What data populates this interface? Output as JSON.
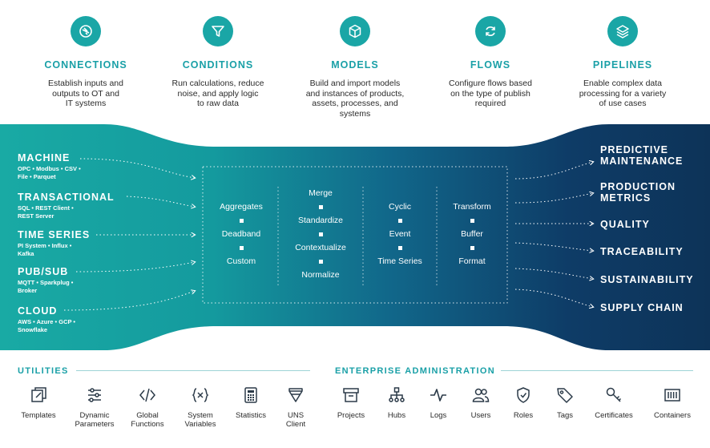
{
  "features": [
    {
      "icon": "plug-icon",
      "title": "CONNECTIONS",
      "lines": [
        "Establish inputs and",
        "outputs to OT and",
        "IT systems"
      ]
    },
    {
      "icon": "filter-icon",
      "title": "CONDITIONS",
      "lines": [
        "Run calculations, reduce",
        "noise, and apply logic",
        "to raw data"
      ]
    },
    {
      "icon": "cube-icon",
      "title": "MODELS",
      "lines": [
        "Build and import models",
        "and instances of products,",
        "assets, processes, and",
        "systems"
      ]
    },
    {
      "icon": "cycle-icon",
      "title": "FLOWS",
      "lines": [
        "Configure flows based",
        "on the type of publish",
        "required"
      ]
    },
    {
      "icon": "layers-icon",
      "title": "PIPELINES",
      "lines": [
        "Enable complex data",
        "processing for a variety",
        "of use cases"
      ]
    }
  ],
  "sources": [
    {
      "title": "MACHINE",
      "sub": [
        "OPC • Modbus • CSV •",
        "File • Parquet"
      ]
    },
    {
      "title": "TRANSACTIONAL",
      "sub": [
        "SQL • REST Client •",
        "REST Server"
      ]
    },
    {
      "title": "TIME SERIES",
      "sub": [
        "PI System • Influx •",
        "Kafka"
      ]
    },
    {
      "title": "PUB/SUB",
      "sub": [
        "MQTT • Sparkplug •",
        "Broker"
      ]
    },
    {
      "title": "CLOUD",
      "sub": [
        "AWS • Azure • GCP •",
        "Snowflake"
      ]
    }
  ],
  "processing": [
    [
      "Aggregates",
      "Deadband",
      "Custom"
    ],
    [
      "Merge",
      "Standardize",
      "Contextualize",
      "Normalize"
    ],
    [
      "Cyclic",
      "Event",
      "Time Series"
    ],
    [
      "Transform",
      "Buffer",
      "Format"
    ]
  ],
  "outputs": [
    [
      "PREDICTIVE",
      "MAINTENANCE"
    ],
    [
      "PRODUCTION",
      "METRICS"
    ],
    [
      "QUALITY"
    ],
    [
      "TRACEABILITY"
    ],
    [
      "SUSTAINABILITY"
    ],
    [
      "SUPPLY CHAIN"
    ]
  ],
  "utilities": {
    "title": "UTILITIES",
    "items": [
      {
        "icon": "templates-icon",
        "label": [
          "Templates"
        ]
      },
      {
        "icon": "sliders-icon",
        "label": [
          "Dynamic",
          "Parameters"
        ]
      },
      {
        "icon": "code-icon",
        "label": [
          "Global",
          "Functions"
        ]
      },
      {
        "icon": "variable-icon",
        "label": [
          "System",
          "Variables"
        ]
      },
      {
        "icon": "calculator-icon",
        "label": [
          "Statistics"
        ]
      },
      {
        "icon": "uns-icon",
        "label": [
          "UNS",
          "Client"
        ]
      }
    ]
  },
  "enterprise": {
    "title": "ENTERPRISE ADMINISTRATION",
    "items": [
      {
        "icon": "archive-icon",
        "label": [
          "Projects"
        ]
      },
      {
        "icon": "hierarchy-icon",
        "label": [
          "Hubs"
        ]
      },
      {
        "icon": "pulse-icon",
        "label": [
          "Logs"
        ]
      },
      {
        "icon": "users-icon",
        "label": [
          "Users"
        ]
      },
      {
        "icon": "shield-icon",
        "label": [
          "Roles"
        ]
      },
      {
        "icon": "tag-icon",
        "label": [
          "Tags"
        ]
      },
      {
        "icon": "key-icon",
        "label": [
          "Certificates"
        ]
      },
      {
        "icon": "container-icon",
        "label": [
          "Containers"
        ]
      }
    ]
  },
  "colors": {
    "teal": "#1aa6a6",
    "navy": "#0d3358",
    "accent": "#1aa0a7"
  }
}
